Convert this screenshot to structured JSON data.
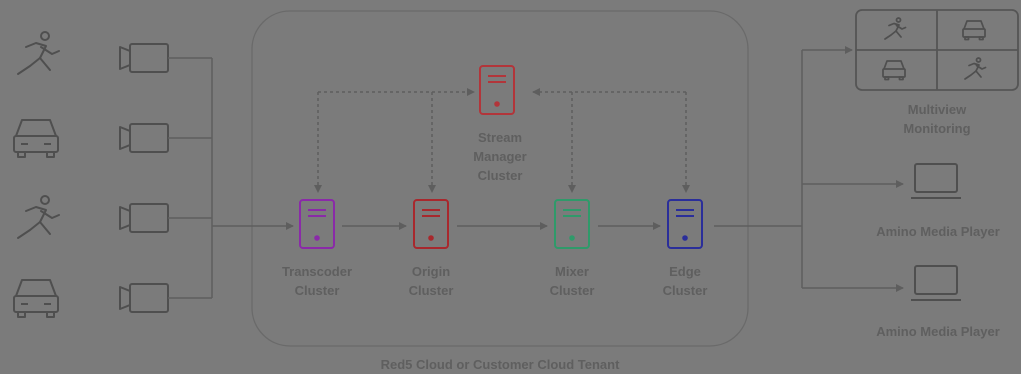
{
  "colors": {
    "background": "#7b7b7b",
    "line": "#5e5e5e",
    "transcoder": "#8a2aa8",
    "origin": "#a8282d",
    "mixer": "#2f9a6a",
    "edge": "#2a2e9a",
    "stream_manager": "#b2353a"
  },
  "sources": [
    {
      "icon": "runner-icon",
      "camera": "camera-icon"
    },
    {
      "icon": "car-icon",
      "camera": "camera-icon"
    },
    {
      "icon": "runner-icon",
      "camera": "camera-icon"
    },
    {
      "icon": "car-icon",
      "camera": "camera-icon"
    }
  ],
  "clusters": {
    "stream_manager": {
      "line1": "Stream",
      "line2": "Manager",
      "line3": "Cluster"
    },
    "transcoder": {
      "line1": "Transcoder",
      "line2": "Cluster"
    },
    "origin": {
      "line1": "Origin",
      "line2": "Cluster"
    },
    "mixer": {
      "line1": "Mixer",
      "line2": "Cluster"
    },
    "edge": {
      "line1": "Edge",
      "line2": "Cluster"
    }
  },
  "tenant_label": "Red5 Cloud or Customer Cloud Tenant",
  "outputs": {
    "multiview": {
      "line1": "Multiview",
      "line2": "Monitoring"
    },
    "player1": "Amino Media Player",
    "player2": "Amino Media Player"
  }
}
